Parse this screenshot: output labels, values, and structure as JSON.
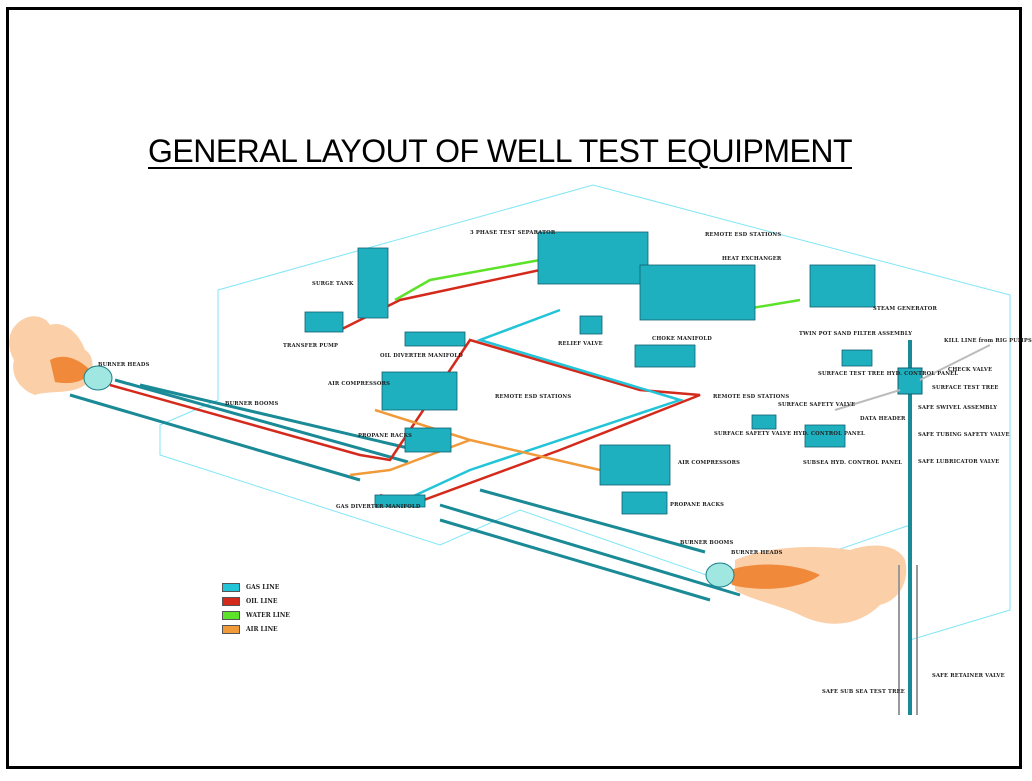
{
  "title": "GENERAL LAYOUT OF WELL TEST EQUIPMENT",
  "colors": {
    "gas_line": "#22c4d8",
    "oil_line": "#d42a1c",
    "water_line": "#5de22a",
    "air_line": "#f09a3a",
    "equipment": "#1fb0c0",
    "outline": "#7fe6f5",
    "flame": "#f5a060"
  },
  "labels": {
    "three_phase_separator": "3 PHASE TEST SEPARATOR",
    "remote_esd_1": "REMOTE ESD STATIONS",
    "heat_exchanger": "HEAT EXCHANGER",
    "surge_tank": "SURGE TANK",
    "steam_generator": "STEAM GENERATOR",
    "transfer_pump": "TRANSFER PUMP",
    "oil_diverter_manifold": "OIL DIVERTER MANIFOLD",
    "relief_valve": "RELIEF VALVE",
    "choke_manifold": "CHOKE MANIFOLD",
    "twin_pot_sand": "TWIN POT SAND FILTER ASSEMBLY",
    "kill_line": "KILL LINE from RIG PUMPS",
    "check_valve": "CHECK VALVE",
    "burner_heads_left": "BURNER HEADS",
    "burner_booms_left": "BURNER BOOMS",
    "air_compressors_left": "AIR COMPRESSORS",
    "remote_esd_2": "REMOTE ESD STATIONS",
    "remote_esd_3": "REMOTE ESD STATIONS",
    "surface_test_tree_panel": "SURFACE TEST TREE HYD. CONTROL PANEL",
    "surface_test_tree": "SURFACE TEST TREE",
    "surface_safety_valve": "SURFACE SAFETY VALVE",
    "data_header": "DATA HEADER",
    "safe_swivel": "SAFE SWIVEL ASSEMBLY",
    "ssv_panel": "SURFACE SAFETY VALVE HYD. CONTROL PANEL",
    "subsea_panel": "SUBSEA HYD. CONTROL PANEL",
    "safe_tubing": "SAFE TUBING SAFETY VALVE",
    "safe_lubricator": "SAFE LUBRICATOR VALVE",
    "propane_racks_left": "PROPANE RACKS",
    "air_compressors_right": "AIR COMPRESSORS",
    "gas_diverter_manifold": "GAS DIVERTER MANIFOLD",
    "propane_racks_right": "PROPANE RACKS",
    "burner_booms_right": "BURNER BOOMS",
    "burner_heads_right": "BURNER HEADS",
    "safe_retainer": "SAFE RETAINER VALVE",
    "safe_subsea_tree": "SAFE SUB SEA TEST TREE"
  },
  "legend": [
    {
      "label": "GAS LINE",
      "color": "#22c4d8"
    },
    {
      "label": "OIL LINE",
      "color": "#d42a1c"
    },
    {
      "label": "WATER LINE",
      "color": "#5de22a"
    },
    {
      "label": "AIR LINE",
      "color": "#f09a3a"
    }
  ]
}
